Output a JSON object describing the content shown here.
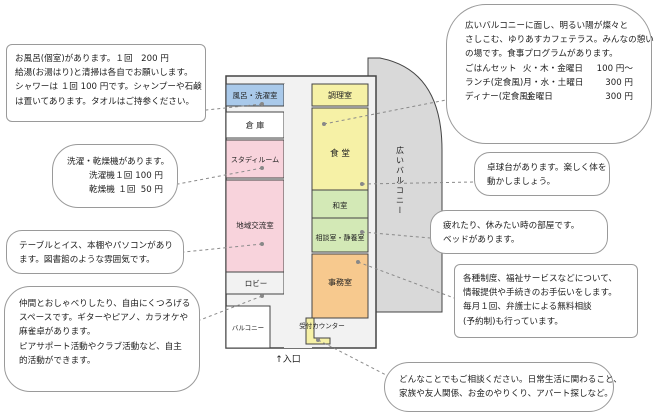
{
  "floorplan": {
    "rooms": {
      "bath": "風呂・洗濯室",
      "kitchen": "調理室",
      "storage": "倉 庫",
      "dining": "食 堂",
      "study": "スタディルーム",
      "washitsu": "和室",
      "community": "地域交流室",
      "consult": "相談室・静養室",
      "lobby": "ロビー",
      "office": "事務室",
      "balcony_small": "バルコニー",
      "reception": "受付カウンター",
      "balcony_wide": "広いバルコニー"
    },
    "entrance": "↑入口"
  },
  "callouts": {
    "bath": {
      "lines": [
        "お風呂(個室)があります。１回　200 円",
        "給湯(お湯はり)と清掃は各自でお願いします。",
        "シャワーは １回 100 円です。シャンプーや石鹸",
        "は置いてあります。タオルはご持参ください。"
      ]
    },
    "laundry": {
      "title": "洗濯・乾燥機があります。",
      "rows": [
        [
          "洗濯機",
          "１回",
          "100 円"
        ],
        [
          "乾燥機",
          "１回",
          "50 円"
        ]
      ]
    },
    "study": {
      "lines": [
        "テーブルとイス、本棚やパソコンがあり",
        "ます。図書館のような雰囲気です。"
      ]
    },
    "community": {
      "lines": [
        "仲間とおしゃべりしたり、自由にくつろげる",
        "スペースです。ギターやピアノ、カラオケや",
        "麻雀卓があります。",
        "ピアサポート活動やクラブ活動など、自主",
        "的活動ができます。"
      ]
    },
    "cafe": {
      "lines": [
        "広いバルコニーに面し、明るい陽が燦々と",
        "さしこむ、ゆりあすカフェテラス。みんなの憩い",
        "の場です。食事プログラムがあります。"
      ],
      "menu": [
        [
          "ごはんセット",
          "火・木・金曜日",
          "100 円〜"
        ],
        [
          "ランチ(定食風)",
          "月・水・土曜日",
          "300 円"
        ],
        [
          "ディナー(定食風)",
          "金曜日",
          "300 円"
        ]
      ]
    },
    "pingpong": {
      "lines": [
        "卓球台があります。楽しく体を",
        "動かしましょう。"
      ]
    },
    "rest": {
      "lines": [
        "疲れたり、休みたい時の部屋です。",
        "ベッドがあります。"
      ]
    },
    "office": {
      "lines": [
        "各種制度、福祉サービスなどについて、",
        "情報提供や手続きのお手伝いをします。",
        "毎月１回、弁護士による無料相談",
        "(予約制)も行っています。"
      ]
    },
    "reception": {
      "lines": [
        "どんなことでもご相談ください。日常生活に関わること、",
        "家族や友人関係、お金のやりくり、アパート探しなど。"
      ]
    }
  },
  "colors": {
    "bath": "#a9c9ea",
    "yellow": "#f6f1a6",
    "green": "#d3e9b6",
    "pink": "#f8d3dc",
    "orange": "#f7c98e",
    "gray": "#d9d9d9",
    "light": "#f2f2f2",
    "wall": "#444444",
    "leader": "#8a8a8a"
  }
}
